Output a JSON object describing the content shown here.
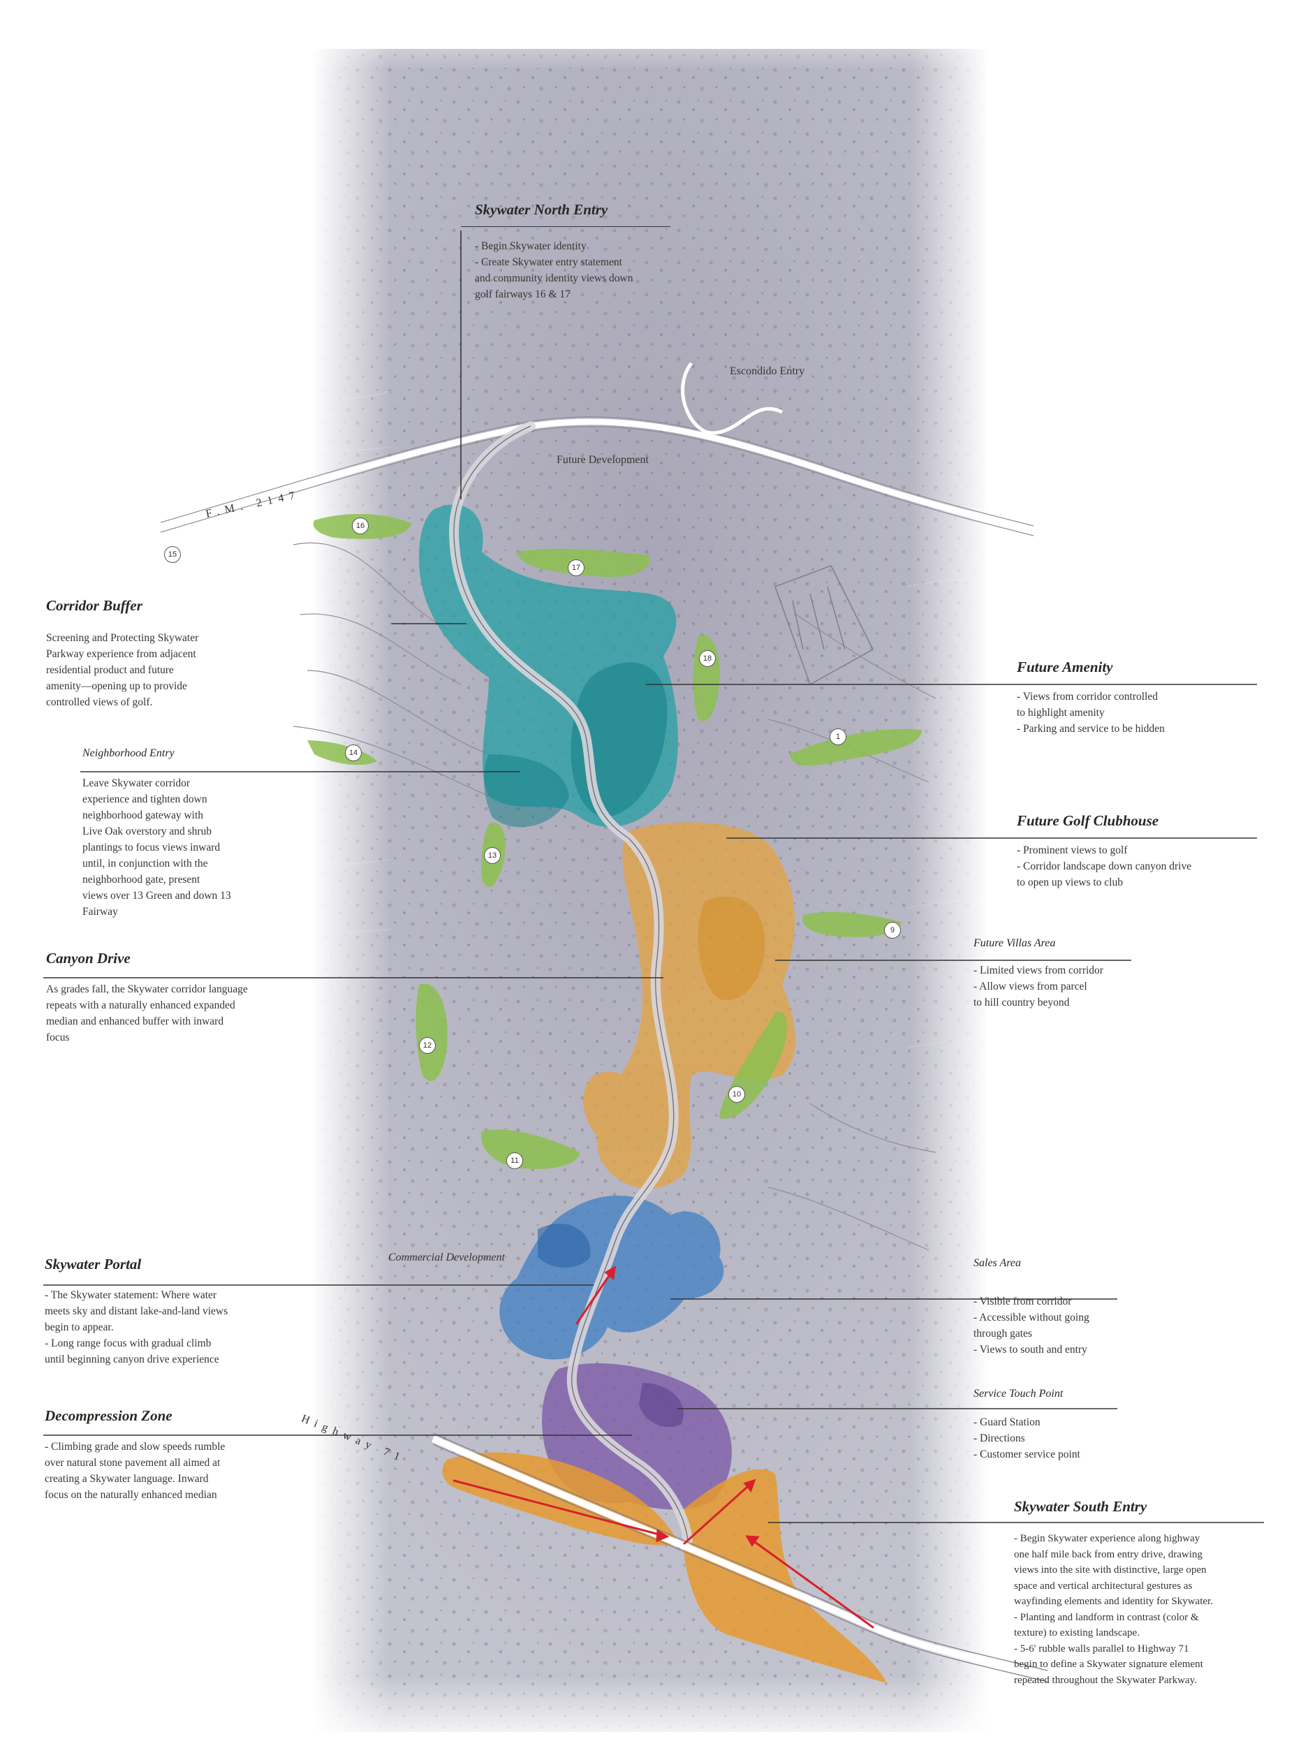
{
  "colors": {
    "teal": "#1fa0a3",
    "orange": "#e6a23a",
    "blue": "#3f7fc2",
    "purple": "#7c5aa8",
    "golf_green": "#8cc04f",
    "arrow_red": "#d8202a",
    "aerial_base": "#b3b1be"
  },
  "callouts": {
    "north_entry": {
      "title": "Skywater North Entry",
      "body": "- Begin Skywater identity\n- Create Skywater entry statement\n  and community identity views down\ngolf fairways 16 & 17"
    },
    "corridor_buffer": {
      "title": "Corridor Buffer",
      "body": "Screening and Protecting Skywater\nParkway experience from adjacent\nresidential product and future\namenity—opening up to provide\ncontrolled views of golf."
    },
    "neighborhood_entry": {
      "title": "Neighborhood Entry",
      "body": "Leave Skywater corridor\nexperience and tighten down\nneighborhood gateway with\nLive Oak overstory and shrub\nplantings to focus views inward\nuntil, in conjunction with the\nneighborhood gate, present\nviews over 13 Green and down 13\nFairway"
    },
    "canyon_drive": {
      "title": "Canyon Drive",
      "body": "As grades fall, the Skywater corridor language\nrepeats with a naturally enhanced expanded\nmedian and enhanced buffer with inward\nfocus"
    },
    "portal": {
      "title": "Skywater Portal",
      "body": "- The Skywater statement: Where water\nmeets sky and distant lake-and-land views\nbegin to appear.\n- Long range focus with gradual climb\nuntil beginning canyon drive experience"
    },
    "decompression": {
      "title": "Decompression Zone",
      "body": "- Climbing grade and slow speeds rumble\nover natural stone pavement all aimed at\ncreating a Skywater language. Inward\nfocus on the naturally enhanced median"
    },
    "future_amenity": {
      "title": "Future Amenity",
      "body": "- Views from corridor controlled\n   to highlight amenity\n- Parking and service to be hidden"
    },
    "golf_clubhouse": {
      "title": "Future Golf Clubhouse",
      "body": "- Prominent views to golf\n- Corridor landscape down canyon drive\n   to open up views to club"
    },
    "villas": {
      "title": "Future Villas Area",
      "body": "- Limited views from corridor\n- Allow views from parcel\n   to hill country beyond"
    },
    "sales": {
      "title": "Sales Area",
      "body": "- Visible from corridor\n- Accessible without going\n   through gates\n- Views to south and entry"
    },
    "service": {
      "title": "Service Touch Point",
      "body": "- Guard Station\n- Directions\n- Customer service point"
    },
    "south_entry": {
      "title": "Skywater South Entry",
      "body": "- Begin Skywater experience along highway\none half mile back from entry drive, drawing\nviews into the site with distinctive, large open\nspace and vertical architectural gestures as\nwayfinding elements and identity for Skywater.\n- Planting and landform in contrast (color &\ntexture) to existing landscape.\n- 5-6' rubble walls parallel to Highway 71\nbegin to define a Skywater signature element\nrepeated throughout the Skywater Parkway."
    }
  },
  "labels": {
    "escondido": "Escondido Entry",
    "future_dev": "Future Development",
    "commercial": "Commercial Development",
    "fm2147": "F.M. 2147",
    "highway71": "Highway 71"
  },
  "holes": [
    "1",
    "9",
    "10",
    "11",
    "12",
    "13",
    "14",
    "15",
    "16",
    "17",
    "18"
  ]
}
